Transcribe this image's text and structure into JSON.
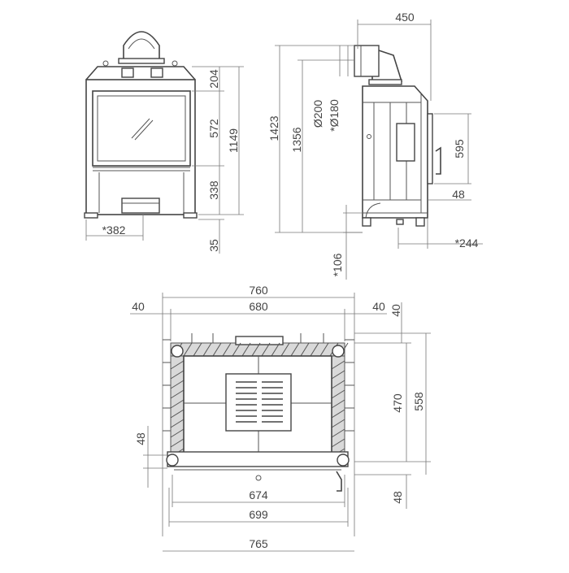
{
  "front_view": {
    "dim_width": "*382",
    "dim_top": "204",
    "dim_window": "572",
    "dim_bottom": "338",
    "dim_total": "1149",
    "dim_feet": "35"
  },
  "side_view": {
    "dim_depth_top": "450",
    "dim_total_height": "1423",
    "dim_flue_height": "1356",
    "dim_flue_outer": "Ø200",
    "dim_flue_inner": "*Ø180",
    "dim_door": "595",
    "dim_door_bottom": "48",
    "dim_feet_offset": "*106",
    "dim_depth_bottom": "*244"
  },
  "plan_view": {
    "dim_outer_width": "760",
    "dim_inner_width": "680",
    "dim_left_margin": "40",
    "dim_right_margin": "40",
    "dim_top_margin": "40",
    "dim_inner_depth": "470",
    "dim_total_depth": "558",
    "dim_front_offset": "48",
    "dim_front_bottom": "48",
    "dim_glass_width": "674",
    "dim_frame_width": "699",
    "dim_base_width": "765"
  }
}
